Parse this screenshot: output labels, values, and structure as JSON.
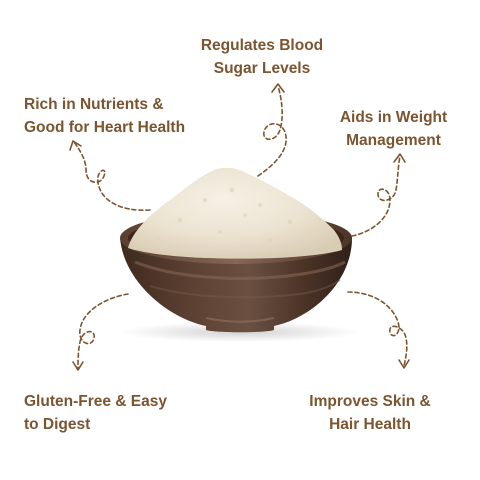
{
  "colors": {
    "text": "#7b5530",
    "arrow": "#7b5530",
    "background": "#ffffff"
  },
  "image": {
    "subject": "bowl-of-flour-icon"
  },
  "benefits": {
    "top": {
      "line1": "Regulates Blood",
      "line2": "Sugar Levels"
    },
    "top_left": {
      "line1": "Rich in Nutrients &",
      "line2": "Good for Heart Health"
    },
    "top_right": {
      "line1": "Aids in Weight",
      "line2": "Management"
    },
    "bottom_left": {
      "line1": "Gluten-Free & Easy",
      "line2": "to Digest"
    },
    "bottom_right": {
      "line1": "Improves Skin &",
      "line2": "Hair Health"
    }
  }
}
